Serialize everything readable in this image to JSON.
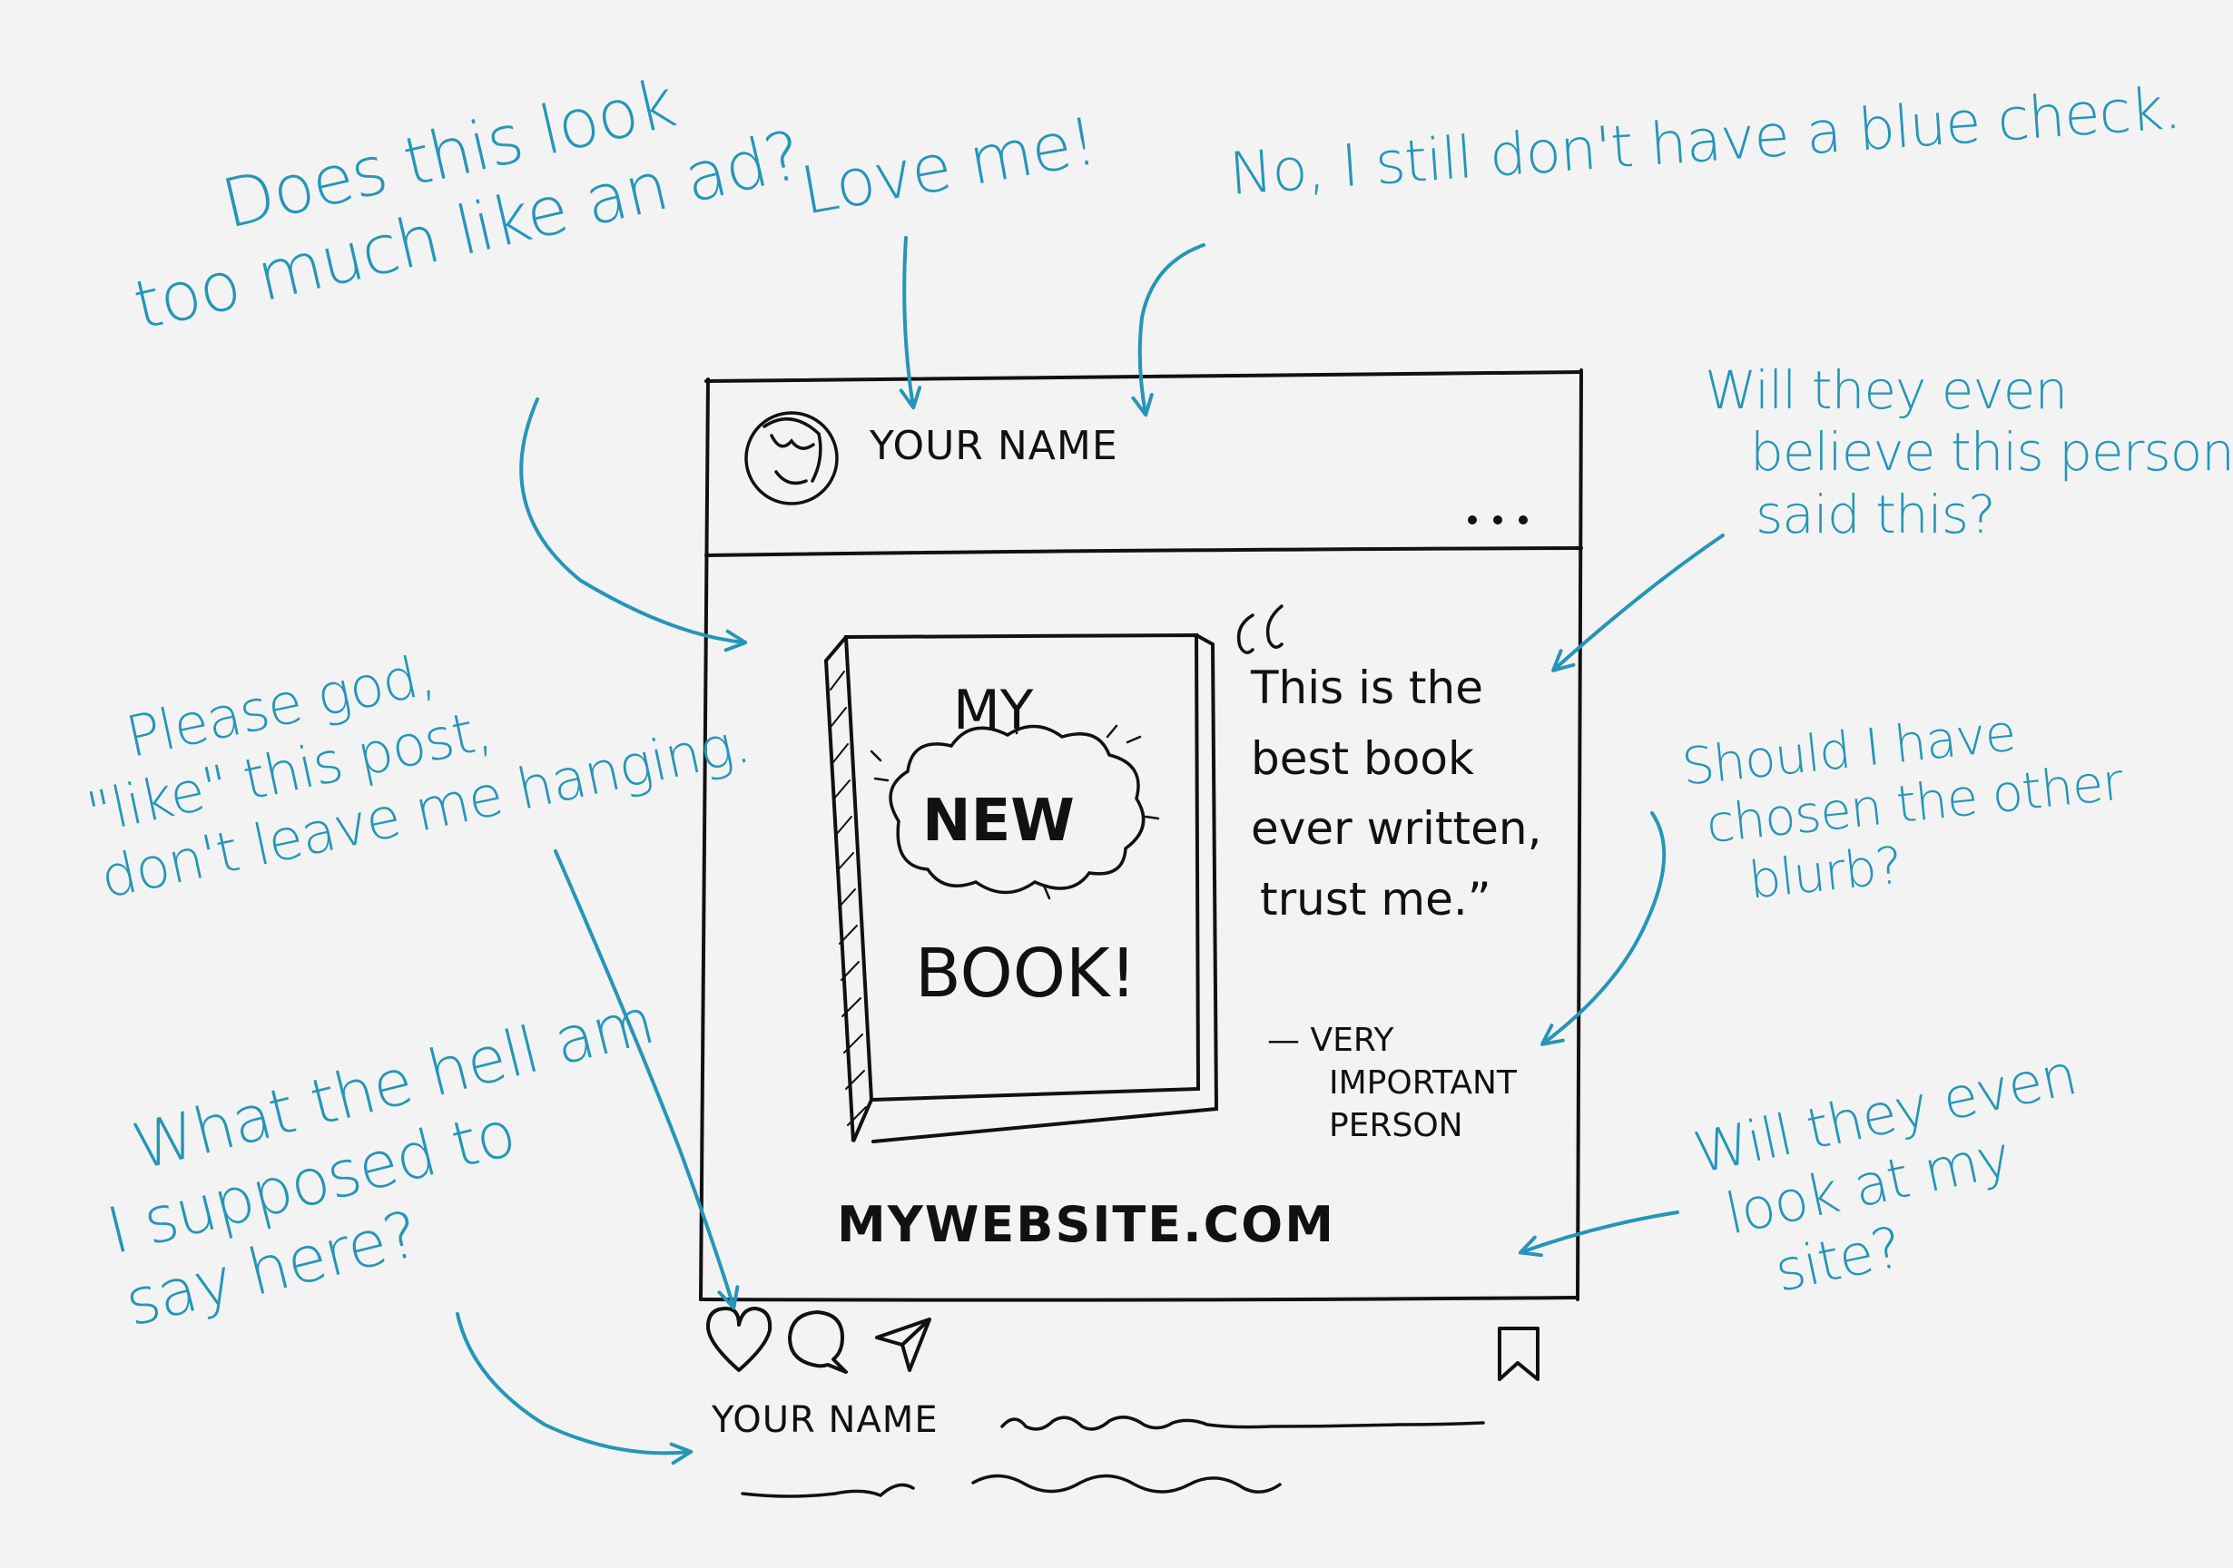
{
  "colors": {
    "background": "#f3f3f3",
    "annotation": "#2596b8",
    "sketch_ink": "#111111"
  },
  "annotations": {
    "ad_question": {
      "lines": [
        "Does this look",
        "too much like an ad?"
      ]
    },
    "love_me": {
      "lines": [
        "Love me!"
      ]
    },
    "blue_check": {
      "lines": [
        "No, I still don't have a blue check."
      ]
    },
    "believe_person": {
      "lines": [
        "Will they even",
        "believe this person",
        "said this?"
      ]
    },
    "like_post": {
      "lines": [
        "Please god,",
        "\"like\" this post,",
        "don't leave me hanging."
      ]
    },
    "other_blurb": {
      "lines": [
        "Should I have",
        "chosen the other",
        "blurb?"
      ]
    },
    "caption_question": {
      "lines": [
        "What the hell am",
        "I supposed to",
        "say here?"
      ]
    },
    "look_site": {
      "lines": [
        "Will they even",
        "look at my",
        "site?"
      ]
    }
  },
  "post": {
    "username": "YOUR NAME",
    "more_icon": "ellipsis-icon",
    "book_cover": {
      "line1": "MY",
      "line2": "NEW",
      "line3": "BOOK!"
    },
    "quote": {
      "mark": "“",
      "lines": [
        "This is the",
        "best book",
        "ever written,",
        "trust me.”"
      ],
      "attribution_lines": [
        "— VERY",
        "IMPORTANT",
        "PERSON"
      ]
    },
    "website": "MYWEBSITE.COM",
    "actions": [
      "heart-icon",
      "comment-icon",
      "share-icon",
      "bookmark-icon"
    ],
    "caption_username": "YOUR NAME"
  }
}
